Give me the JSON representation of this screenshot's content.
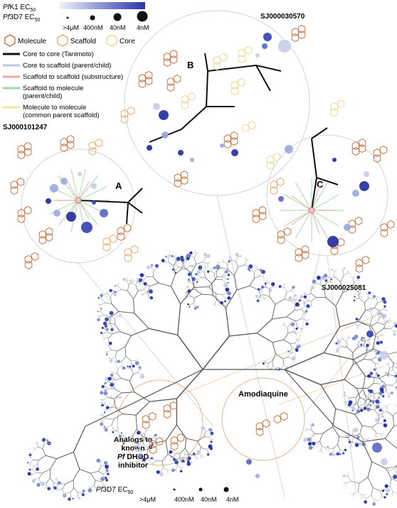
{
  "legend": {
    "pfk1": {
      "italic": "Pf",
      "rest": "K1 EC",
      "sub": "50"
    },
    "pf3d7": {
      "italic": "Pf",
      "rest": "3D7 EC",
      "sub": "50"
    },
    "dot_labels": [
      ">4μM",
      "400nM",
      "40nM",
      "4nM"
    ],
    "node_types": [
      "Molecule",
      "Scaffold",
      "Core"
    ],
    "edge_types": [
      {
        "label": "Core to core (Tanimoto)",
        "color": "#111111"
      },
      {
        "label": "Core to scaffold (parent/child)",
        "color": "#b9c7dc"
      },
      {
        "label": "Scaffold to scaffold (substructure)",
        "color": "#f2a7a7"
      },
      {
        "label": "Scaffold to molecule",
        "label2": "(parent/child)",
        "color": "#9fd8a4"
      },
      {
        "label": "Molecule to molecule",
        "label2": "(common parent scaffold)",
        "color": "#f3e79a"
      }
    ]
  },
  "cluster_labels": {
    "a": "A",
    "b": "B",
    "c": "C"
  },
  "compound_ids": {
    "top_right": "SJ000030570",
    "left": "SJ000101247",
    "right": "SJ000025081"
  },
  "insets": {
    "amodiaquine": "Amodiaquine",
    "analogs": [
      "Analogs to",
      "known",
      "DHOD",
      "inhibitor"
    ],
    "analogs_italic": "Pf"
  },
  "bottom_legend": {
    "italic": "Pf",
    "rest": "3D7 EC",
    "sub": "50",
    "dot_labels": [
      ">4μM",
      "400nM",
      "40nM",
      "4nM"
    ]
  },
  "colors": {
    "molecule": "#c06a35",
    "scaffold": "#e8a56e",
    "core": "#f0d28c",
    "blue_dark": "#2a35a8",
    "blue_light": "#c6cde8"
  }
}
